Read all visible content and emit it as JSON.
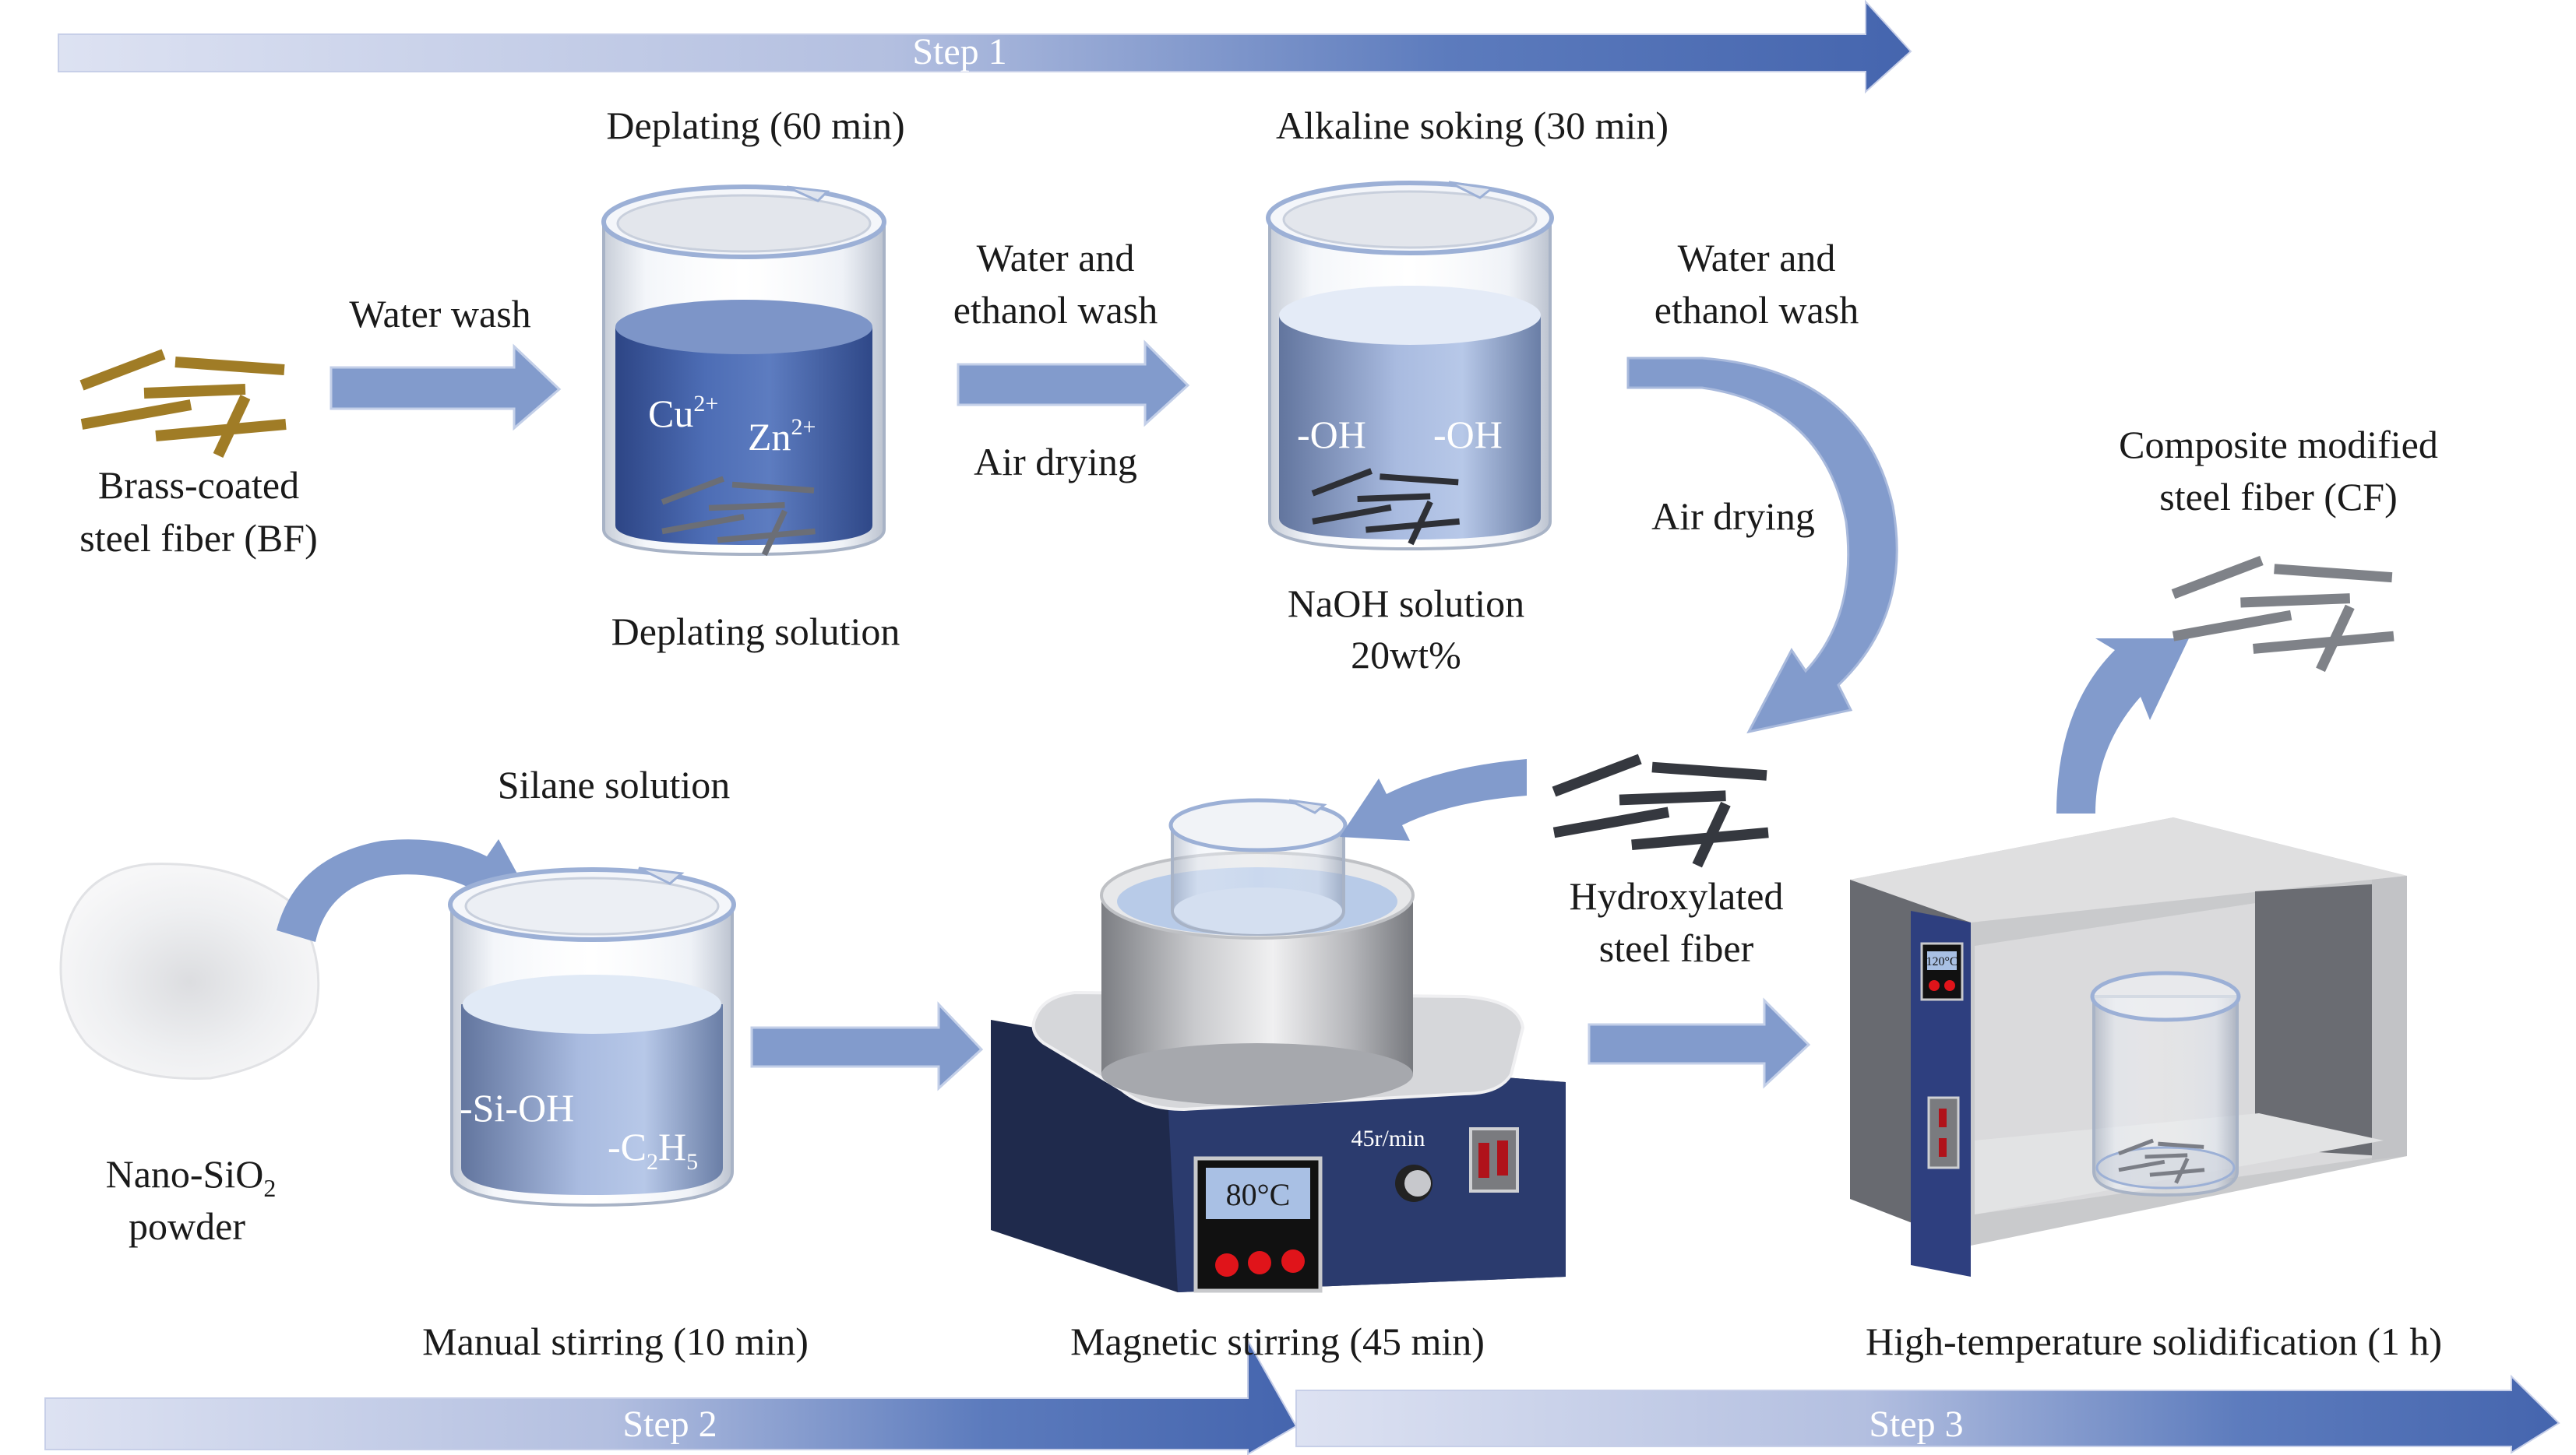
{
  "steps": [
    {
      "id": "step1",
      "label": "Step 1"
    },
    {
      "id": "step2",
      "label": "Step 2"
    },
    {
      "id": "step3",
      "label": "Step 3"
    }
  ],
  "colors": {
    "arrow_blue": "#829bcc",
    "step_light": "#dde2f2",
    "step_dark": "#4565ae",
    "deplating_liquid": "#4a6bb3",
    "naoh_liquid": "#8fa6d4",
    "brass_fiber": "#b08a2e",
    "steel_fiber_dark": "#3a3d44",
    "device_navy": "#2b3b6e",
    "led_red": "#e0141a"
  },
  "step1": {
    "raw_material": {
      "line1": "Brass-coated",
      "line2": "steel fiber (BF)"
    },
    "arrow1_label": "Water wash",
    "beaker1": {
      "title": "Deplating (60 min)",
      "ion1": "Cu",
      "ion1_sup": "2+",
      "ion2": "Zn",
      "ion2_sup": "2+",
      "caption": "Deplating solution"
    },
    "arrow2": {
      "top_line1": "Water and",
      "top_line2": "ethanol wash",
      "bottom": "Air drying"
    },
    "beaker2": {
      "title": "Alkaline soking (30 min)",
      "group1": "-OH",
      "group2": "-OH",
      "caption_line1": "NaOH solution",
      "caption_line2": "20wt%"
    },
    "arrow3": {
      "top_line1": "Water and",
      "top_line2": "ethanol wash",
      "side": "Air drying"
    }
  },
  "step2": {
    "powder": {
      "line1_prefix": "Nano-SiO",
      "line1_sub": "2",
      "line2": "powder"
    },
    "beaker3": {
      "title": "Silane solution",
      "group1": "-Si-OH",
      "group2_prefix": "-C",
      "group2_sub1": "2",
      "group2_mid": "H",
      "group2_sub2": "5",
      "caption": "Manual stirring (10 min)"
    },
    "stirrer": {
      "display": "80°C",
      "speed": "45r/min",
      "caption": "Magnetic stirring (45 min)"
    },
    "intermediate": {
      "line1": "Hydroxylated",
      "line2": "steel fiber"
    }
  },
  "step3": {
    "oven": {
      "display": "120°C",
      "caption": "High-temperature solidification (1 h)"
    },
    "product": {
      "line1": "Composite modified",
      "line2": "steel fiber (CF)"
    }
  }
}
